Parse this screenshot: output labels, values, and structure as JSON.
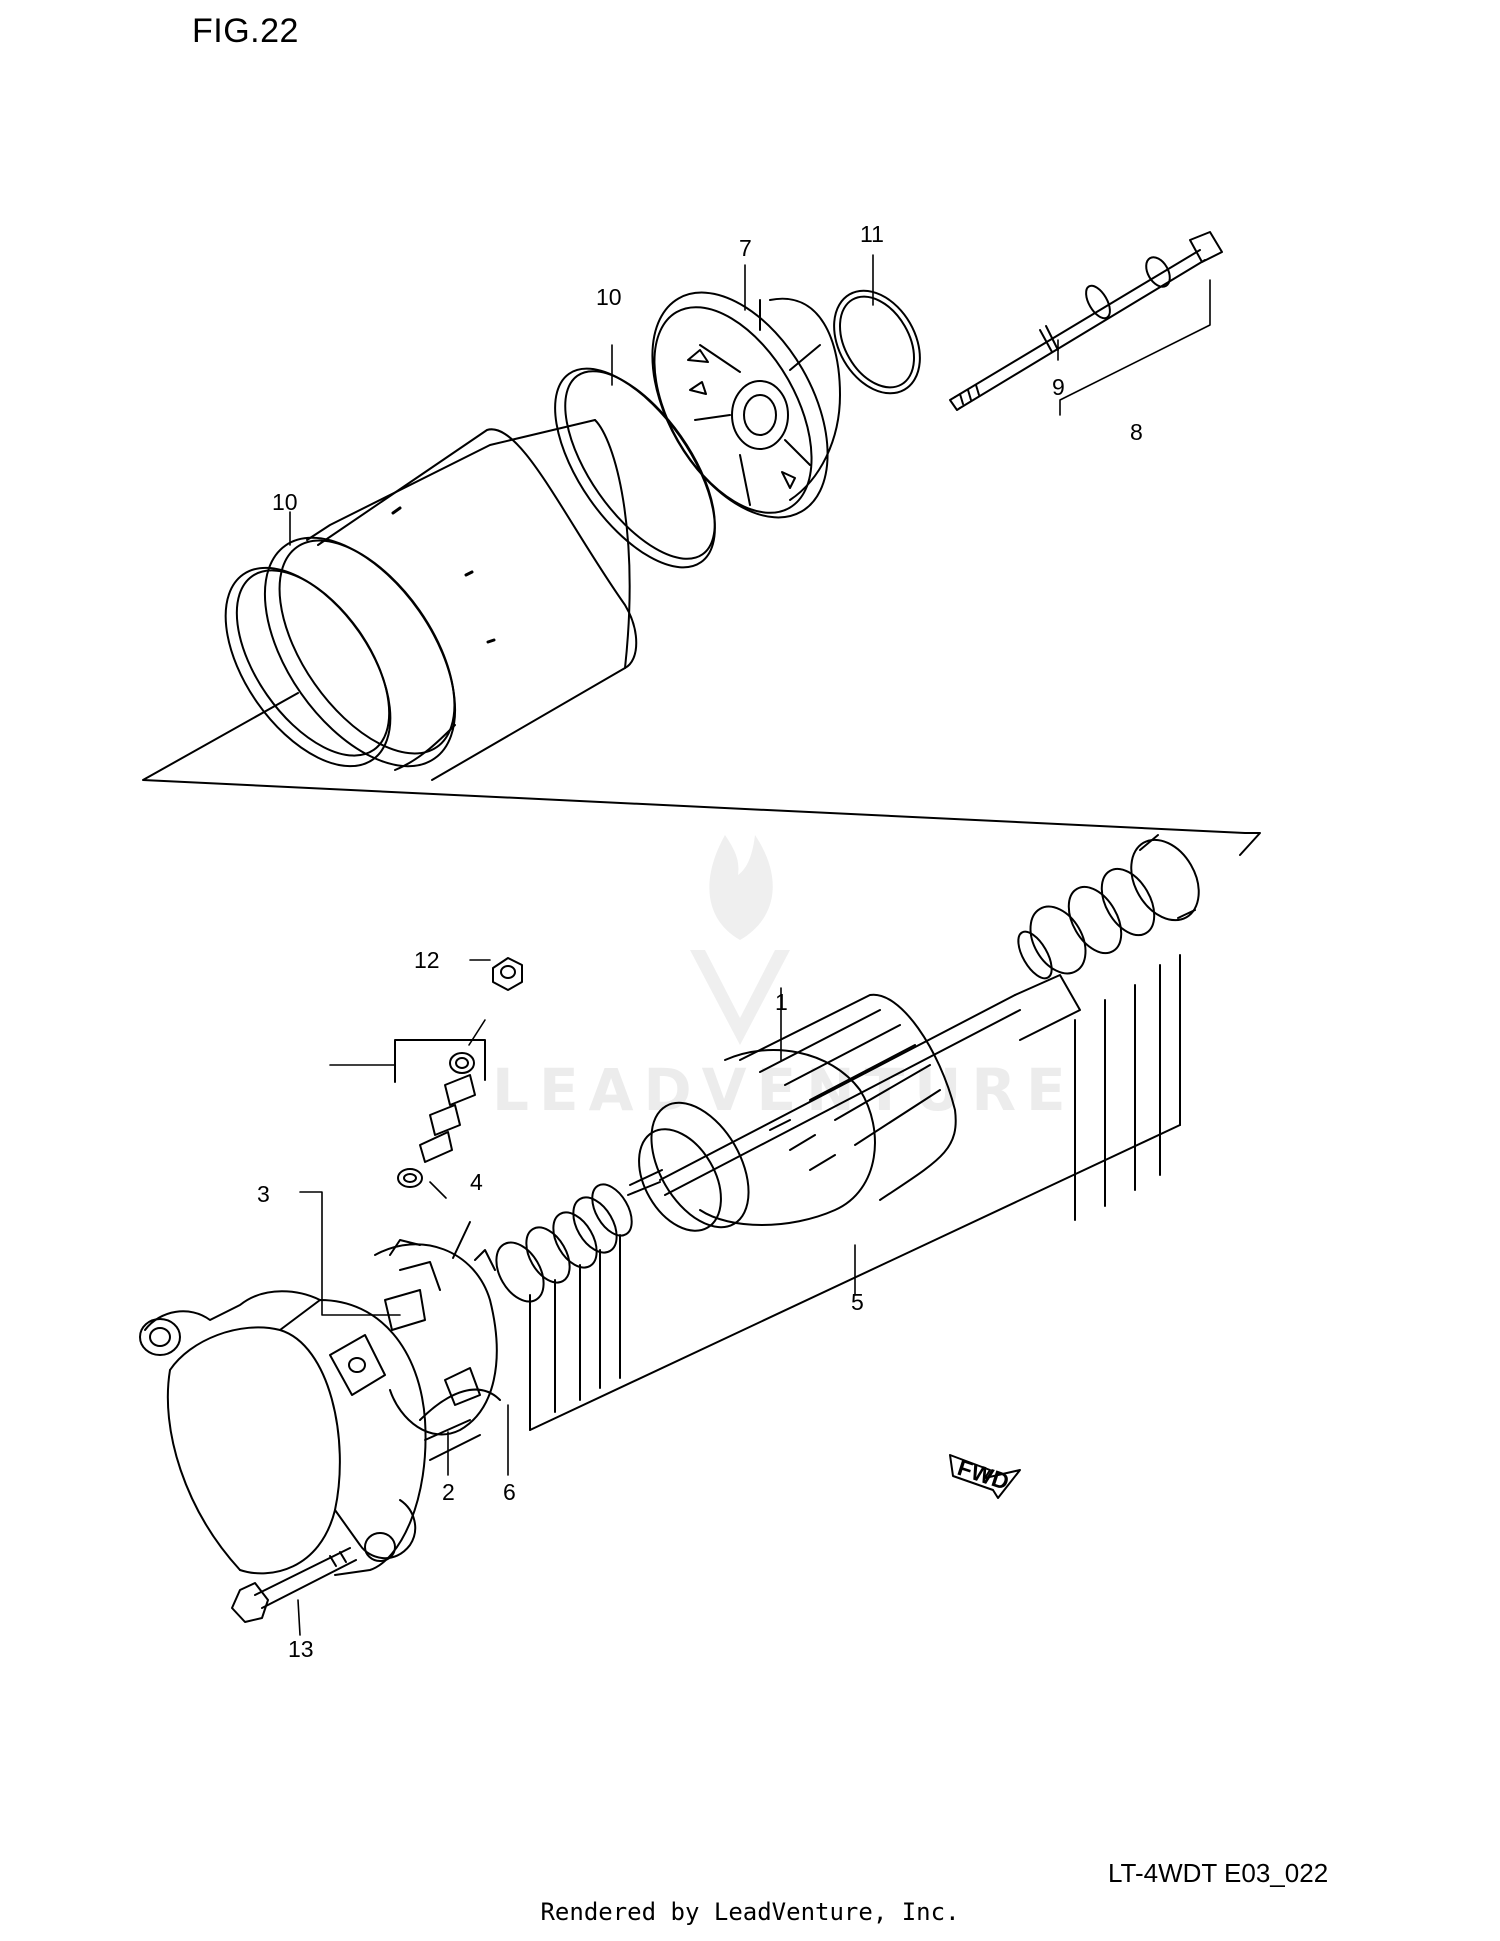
{
  "title": "FIG.22",
  "drawing_code": "LT-4WDT E03_022",
  "footer": "Rendered by LeadVenture, Inc.",
  "watermark": "LEADVENTURE",
  "callouts": {
    "c1": "1",
    "c2": "2",
    "c3": "3",
    "c4": "4",
    "c5": "5",
    "c6": "6",
    "c7": "7",
    "c8": "8",
    "c9": "9",
    "c10a": "10",
    "c10b": "10",
    "c11": "11",
    "c12": "12",
    "c13": "13"
  },
  "fwd_label": "FWD",
  "colors": {
    "line": "#000000",
    "background": "#ffffff",
    "watermark": "#ececec"
  }
}
